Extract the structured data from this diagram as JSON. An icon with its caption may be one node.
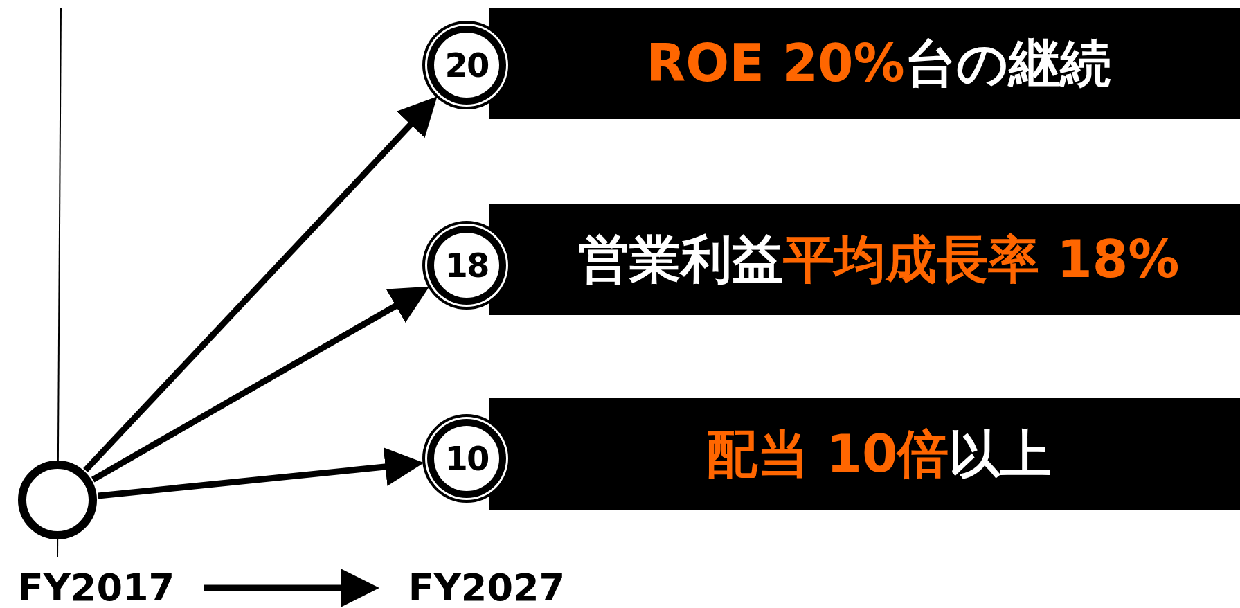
{
  "diagram": {
    "nodes": [
      {
        "text": [],
        "shape": "circle"
      },
      {
        "text": [
          "20"
        ]
      },
      {
        "text": [
          "**ROE 20%**台の継続"
        ]
      },
      {
        "text": [
          "18"
        ]
      },
      {
        "text": [
          "営業利益**平均成長率 18%**"
        ]
      },
      {
        "text": [
          "10"
        ]
      },
      {
        "text": [
          "**配当 10倍**以上"
        ]
      },
      {
        "text": [
          "FY2017"
        ]
      },
      {
        "text": [
          "FY2027"
        ]
      }
    ],
    "edges": [
      {
        "from": 0,
        "to": 1,
        "arrow": "to"
      },
      {
        "from": 0,
        "to": 3,
        "arrow": "to"
      },
      {
        "from": 0,
        "to": 5,
        "arrow": "to"
      },
      {
        "from": 7,
        "to": 8,
        "arrow": "to"
      }
    ]
  }
}
